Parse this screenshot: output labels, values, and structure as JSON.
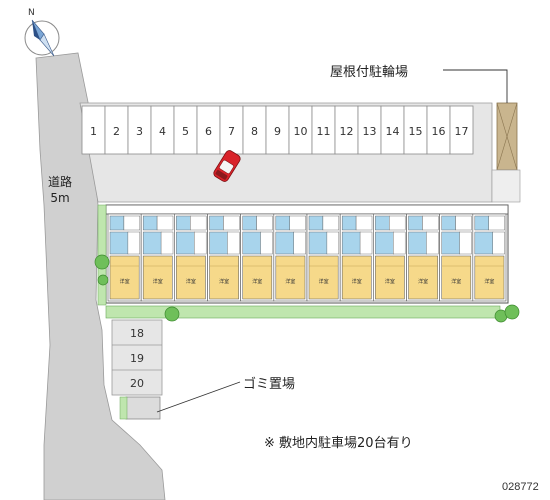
{
  "compass": {
    "north_label": "N"
  },
  "road": {
    "name": "道路",
    "width": "5m"
  },
  "labels": {
    "bike_shelter": "屋根付駐輪場",
    "garbage": "ゴミ置場",
    "note": "※ 敷地内駐車場20台有り",
    "code": "028772"
  },
  "parking": {
    "top_row": [
      "1",
      "2",
      "3",
      "4",
      "5",
      "6",
      "7",
      "8",
      "9",
      "10",
      "11",
      "12",
      "13",
      "14",
      "15",
      "16",
      "17"
    ],
    "side_column": [
      "18",
      "19",
      "20"
    ]
  },
  "building": {
    "units": 12,
    "room_label": "洋室"
  },
  "colors": {
    "road": "#d0d0d0",
    "parking_lot": "#e6e6e6",
    "unit_room": "#f6d98a",
    "unit_wet": "#a8d4ec",
    "hedge": "#8fd07a",
    "car": "#d9232a",
    "shelter": "#c9b58e"
  }
}
